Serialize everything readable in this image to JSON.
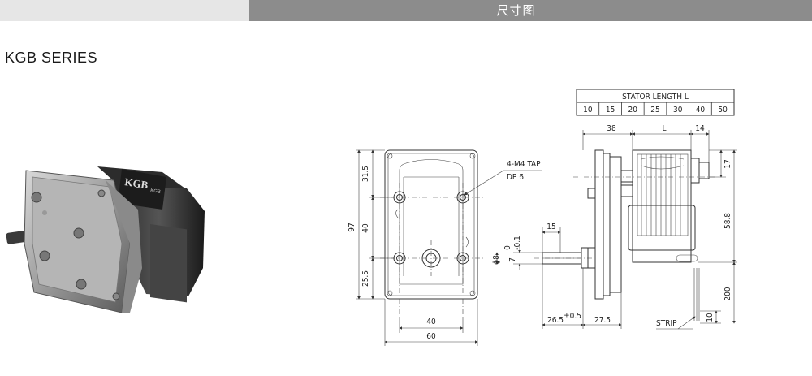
{
  "header": {
    "title": "尺寸图"
  },
  "series_label": "KGB  SERIES",
  "product_photo": {
    "logo_text": "KGB",
    "brand_text": "KGB"
  },
  "front_view": {
    "height_total": "97",
    "height_top": "31.5",
    "height_mid": "40",
    "height_bottom": "25.5",
    "width_inner": "40",
    "width_total": "60",
    "tap_label_1": "4-M4 TAP",
    "tap_label_2": "DP 6"
  },
  "stator_table": {
    "title": "STATOR LENGTH L",
    "values": [
      "10",
      "15",
      "20",
      "25",
      "30",
      "40",
      "50"
    ]
  },
  "side_view": {
    "dim_38": "38",
    "dim_L": "L",
    "dim_14": "14",
    "dim_17": "17",
    "dim_58_8": "58.8",
    "dim_200": "200",
    "dim_10": "10",
    "dim_15": "15",
    "dim_0": "0",
    "dim_neg01": "-0.1",
    "dim_7": "7",
    "dim_phi8": "ϕ8",
    "dim_26_5": "26.5",
    "dim_tol": "±0.5",
    "dim_27_5": "27.5",
    "strip_label": "STRIP"
  },
  "colors": {
    "header_dark": "#8c8c8c",
    "header_light": "#e6e6e6"
  }
}
